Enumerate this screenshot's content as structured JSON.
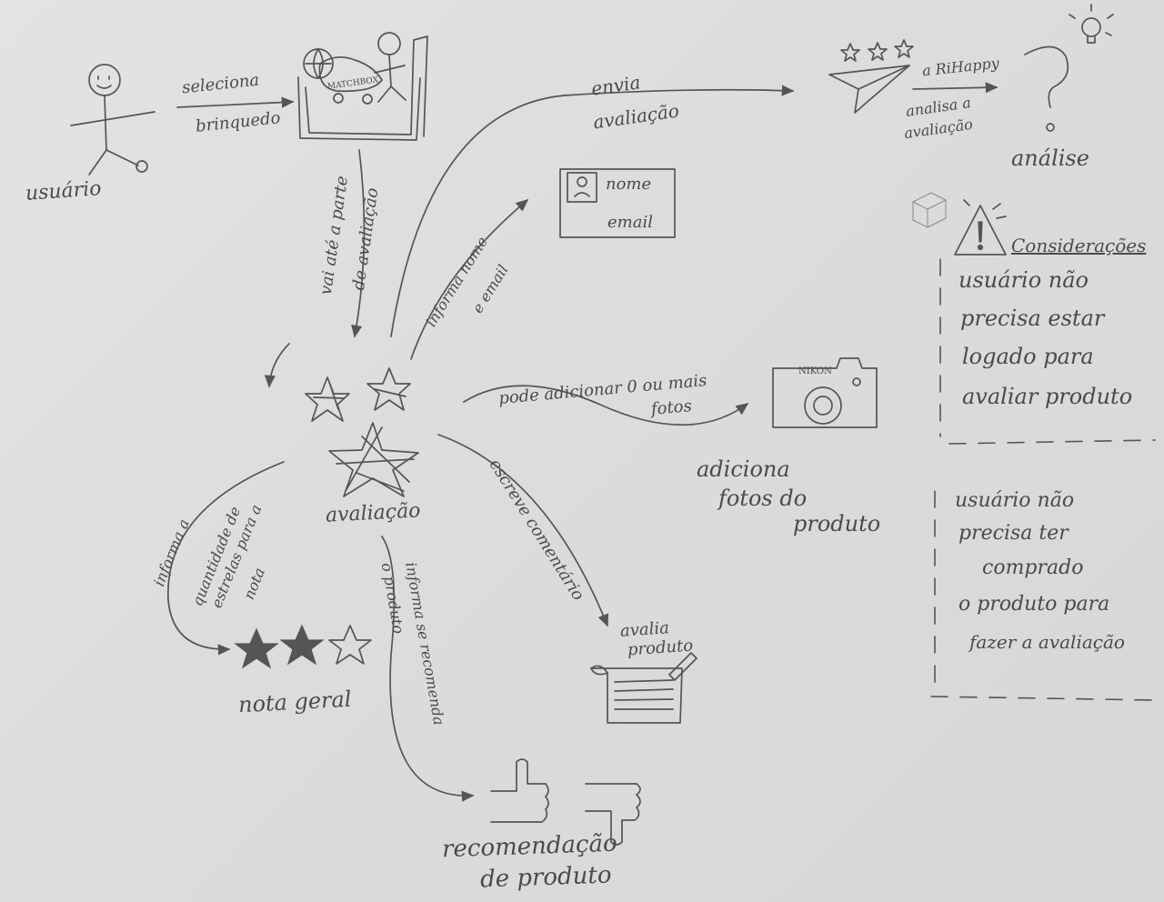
{
  "actor": {
    "label": "usuário"
  },
  "edges": {
    "select_toy": {
      "line1": "seleciona",
      "line2": "brinquedo"
    },
    "go_to_reviews": {
      "line1": "vai até a parte",
      "line2": "de avaliação"
    },
    "send_review": {
      "line1": "envia",
      "line2": "avaliação"
    },
    "inform_name_email": {
      "line1": "informa nome",
      "line2": "e email"
    },
    "add_photos": {
      "line1": "pode adicionar 0 ou mais",
      "line2": "fotos"
    },
    "write_comment": {
      "line1": "escreve comentário"
    },
    "inform_stars": {
      "line1": "informa a",
      "line2": "quantidade de",
      "line3": "estrelas para a",
      "line4": "nota"
    },
    "inform_recommend": {
      "line1": "informa se recomenda",
      "line2": "o produto"
    }
  },
  "nodes": {
    "toy_label": "MATCHBOX",
    "review_center": "avaliação",
    "name_card": {
      "name": "nome",
      "email": "email"
    },
    "camera_brand": "NIKON",
    "photos_label": {
      "line1": "adiciona",
      "line2": "fotos do",
      "line3": "produto"
    },
    "review_product": {
      "line1": "avalia",
      "line2": "produto"
    },
    "overall_rating": "nota geral",
    "recommendation": {
      "line1": "recomendação",
      "line2": "de produto"
    },
    "ri_happy": "a RiHappy",
    "analyze": {
      "line1": "analisa a",
      "line2": "avaliação"
    },
    "analysis": "análise"
  },
  "considerations": {
    "title": "Considerações",
    "note1": [
      "usuário não",
      "precisa estar",
      "logado para",
      "avaliar produto"
    ],
    "note2": [
      "usuário não",
      "precisa ter",
      "comprado",
      "o produto para",
      "fazer a avaliação"
    ]
  },
  "colors": {
    "ink": "#555555",
    "paper": "#dcdcda"
  }
}
